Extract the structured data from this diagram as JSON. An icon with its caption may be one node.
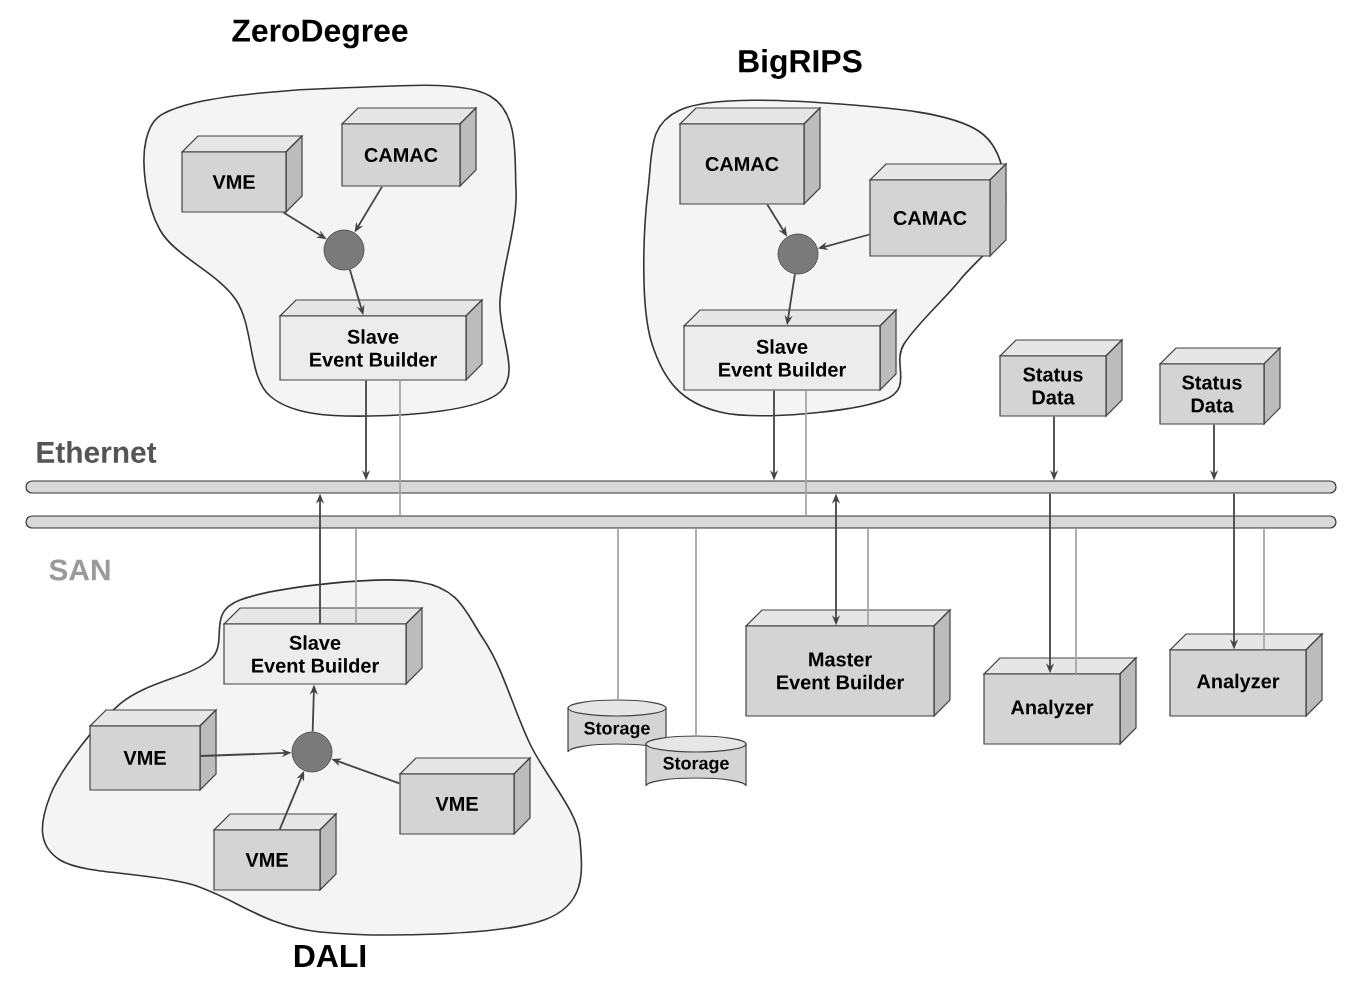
{
  "diagram": {
    "nodes": [
      {
        "text": [
          "ZeroDegree"
        ]
      },
      {
        "text": [
          "VME"
        ],
        "in": 0
      },
      {
        "text": [
          "CAMAC"
        ],
        "in": 0
      },
      {
        "text": [],
        "shape": "circle",
        "in": 0
      },
      {
        "text": [
          "Slave Event Builder"
        ],
        "in": 0
      },
      {
        "text": [
          "BigRIPS"
        ]
      },
      {
        "text": [
          "CAMAC"
        ],
        "in": 5
      },
      {
        "text": [
          "CAMAC"
        ],
        "in": 5
      },
      {
        "text": [],
        "shape": "circle",
        "in": 5
      },
      {
        "text": [
          "Slave Event Builder"
        ],
        "in": 5
      },
      {
        "text": [
          "Status Data"
        ]
      },
      {
        "text": [
          "Status Data"
        ]
      },
      {
        "text": [
          "Ethernet"
        ]
      },
      {
        "text": [
          "SAN"
        ]
      },
      {
        "text": [
          "DALI"
        ]
      },
      {
        "text": [
          "Slave Event Builder"
        ],
        "in": 14
      },
      {
        "text": [
          "VME"
        ],
        "in": 14
      },
      {
        "text": [],
        "shape": "circle",
        "in": 14
      },
      {
        "text": [
          "VME"
        ],
        "in": 14
      },
      {
        "text": [
          "VME"
        ],
        "in": 14
      },
      {
        "text": [
          "Storage"
        ]
      },
      {
        "text": [
          "Storage"
        ]
      },
      {
        "text": [
          "Master Event Builder"
        ]
      },
      {
        "text": [
          "Analyzer"
        ]
      },
      {
        "text": [
          "Analyzer"
        ]
      }
    ],
    "edges": [
      {
        "from": 1,
        "to": 3,
        "arrow": "to"
      },
      {
        "from": 2,
        "to": 3,
        "arrow": "to"
      },
      {
        "from": 3,
        "to": 4,
        "arrow": "to"
      },
      {
        "from": 4,
        "to": 12,
        "arrow": "to"
      },
      {
        "from": 4,
        "to": 13,
        "arrow": "none",
        "color": "#a6a6a6"
      },
      {
        "from": 6,
        "to": 8,
        "arrow": "to"
      },
      {
        "from": 7,
        "to": 8,
        "arrow": "to"
      },
      {
        "from": 8,
        "to": 9,
        "arrow": "to"
      },
      {
        "from": 9,
        "to": 12,
        "arrow": "to"
      },
      {
        "from": 9,
        "to": 13,
        "arrow": "none",
        "color": "#a6a6a6"
      },
      {
        "from": 10,
        "to": 12,
        "arrow": "to"
      },
      {
        "from": 11,
        "to": 12,
        "arrow": "to"
      },
      {
        "from": 15,
        "to": 12,
        "arrow": "to"
      },
      {
        "from": 15,
        "to": 13,
        "arrow": "none",
        "color": "#a6a6a6"
      },
      {
        "from": 16,
        "to": 17,
        "arrow": "to"
      },
      {
        "from": 18,
        "to": 17,
        "arrow": "to"
      },
      {
        "from": 19,
        "to": 17,
        "arrow": "to"
      },
      {
        "from": 17,
        "to": 15,
        "arrow": "to"
      },
      {
        "from": 20,
        "to": 13,
        "arrow": "none",
        "color": "#a6a6a6"
      },
      {
        "from": 21,
        "to": 13,
        "arrow": "none",
        "color": "#a6a6a6"
      },
      {
        "from": 22,
        "to": 12,
        "arrow": "both"
      },
      {
        "from": 22,
        "to": 13,
        "arrow": "none",
        "color": "#a6a6a6"
      },
      {
        "from": 12,
        "to": 23,
        "arrow": "to"
      },
      {
        "from": 13,
        "to": 23,
        "arrow": "none",
        "color": "#a6a6a6"
      },
      {
        "from": 12,
        "to": 24,
        "arrow": "to"
      },
      {
        "from": 13,
        "to": 24,
        "arrow": "none",
        "color": "#a6a6a6"
      }
    ]
  }
}
